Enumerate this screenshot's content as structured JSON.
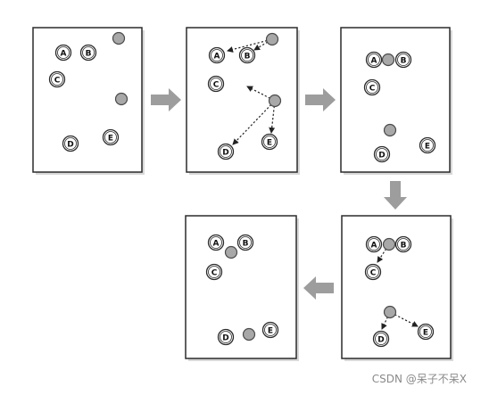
{
  "watermark": "CSDN @呆子不呆X",
  "colors": {
    "panel_border": "#2b2b2b",
    "centroid_fill": "#a8a8a8",
    "flow_arrow": "#9d9d9d"
  },
  "icons": {
    "flow_arrow": "block-arrow-icon",
    "centroid": "gray-dot-icon",
    "point": "circled-letter-icon"
  },
  "diagram": {
    "flow": [
      "panel-1",
      "panel-2",
      "panel-3",
      "panel-4",
      "panel-5"
    ],
    "panels": [
      {
        "id": "panel-1",
        "points": [
          {
            "label": "A",
            "pos": [
              34,
              28
            ]
          },
          {
            "label": "B",
            "pos": [
              62,
              28
            ]
          },
          {
            "label": "C",
            "pos": [
              27,
              58
            ]
          },
          {
            "label": "D",
            "pos": [
              42,
              130
            ]
          },
          {
            "label": "E",
            "pos": [
              87,
              123
            ]
          }
        ],
        "centroids": [
          [
            96,
            12
          ],
          [
            99,
            80
          ]
        ],
        "moves": []
      },
      {
        "id": "panel-2",
        "points": [
          {
            "label": "A",
            "pos": [
              34,
              31
            ]
          },
          {
            "label": "B",
            "pos": [
              68,
              31
            ]
          },
          {
            "label": "C",
            "pos": [
              33,
              63
            ]
          },
          {
            "label": "D",
            "pos": [
              44,
              139
            ]
          },
          {
            "label": "E",
            "pos": [
              93,
              128
            ]
          }
        ],
        "centroids": [
          [
            96,
            13
          ],
          [
            99,
            82
          ]
        ],
        "moves": [
          {
            "from": [
              96,
              13
            ],
            "to": [
              46,
              26
            ]
          },
          {
            "from": [
              96,
              13
            ],
            "to": [
              76,
              25
            ]
          },
          {
            "from": [
              99,
              82
            ],
            "to": [
              68,
              66
            ]
          },
          {
            "from": [
              99,
              82
            ],
            "to": [
              52,
              131
            ]
          },
          {
            "from": [
              99,
              82
            ],
            "to": [
              95,
              118
            ]
          }
        ]
      },
      {
        "id": "panel-3",
        "points": [
          {
            "label": "A",
            "pos": [
              37,
              36
            ]
          },
          {
            "label": "B",
            "pos": [
              70,
              36
            ]
          },
          {
            "label": "C",
            "pos": [
              35,
              67
            ]
          },
          {
            "label": "D",
            "pos": [
              46,
              142
            ]
          },
          {
            "label": "E",
            "pos": [
              97,
              132
            ]
          }
        ],
        "centroids": [
          [
            53,
            36
          ],
          [
            55,
            115
          ]
        ],
        "moves": []
      },
      {
        "id": "panel-4",
        "points": [
          {
            "label": "A",
            "pos": [
              36,
              32
            ]
          },
          {
            "label": "B",
            "pos": [
              69,
              32
            ]
          },
          {
            "label": "C",
            "pos": [
              35,
              63
            ]
          },
          {
            "label": "D",
            "pos": [
              44,
              138
            ]
          },
          {
            "label": "E",
            "pos": [
              94,
              130
            ]
          }
        ],
        "centroids": [
          [
            53,
            32
          ],
          [
            54,
            108
          ]
        ],
        "moves": [
          {
            "from": [
              53,
              32
            ],
            "to": [
              40,
              52
            ]
          },
          {
            "from": [
              54,
              108
            ],
            "to": [
              45,
              127
            ]
          },
          {
            "from": [
              54,
              108
            ],
            "to": [
              85,
              124
            ]
          }
        ]
      },
      {
        "id": "panel-5",
        "points": [
          {
            "label": "A",
            "pos": [
              34,
              30
            ]
          },
          {
            "label": "B",
            "pos": [
              67,
              30
            ]
          },
          {
            "label": "C",
            "pos": [
              32,
              63
            ]
          },
          {
            "label": "D",
            "pos": [
              45,
              136
            ]
          },
          {
            "label": "E",
            "pos": [
              95,
              128
            ]
          }
        ],
        "centroids": [
          [
            51,
            41
          ],
          [
            71,
            133
          ]
        ],
        "moves": []
      }
    ]
  }
}
